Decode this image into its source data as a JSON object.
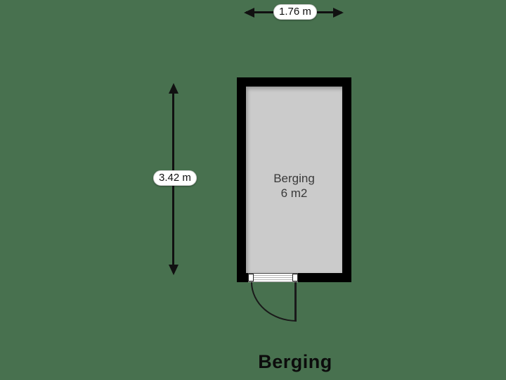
{
  "colors": {
    "background": "#48714F",
    "wall": "#000000",
    "floor": "#cbcbcb",
    "line": "#111111",
    "label-box": "#ffffff",
    "room-text": "#3a3a3a"
  },
  "floorplan": {
    "title": "Berging",
    "room": {
      "label": "Berging",
      "area_label": "6 m2"
    },
    "dimensions": {
      "width": {
        "label": "1.76 m"
      },
      "height": {
        "label": "3.42 m"
      }
    },
    "door": {
      "icon": "door-swing-icon"
    }
  }
}
